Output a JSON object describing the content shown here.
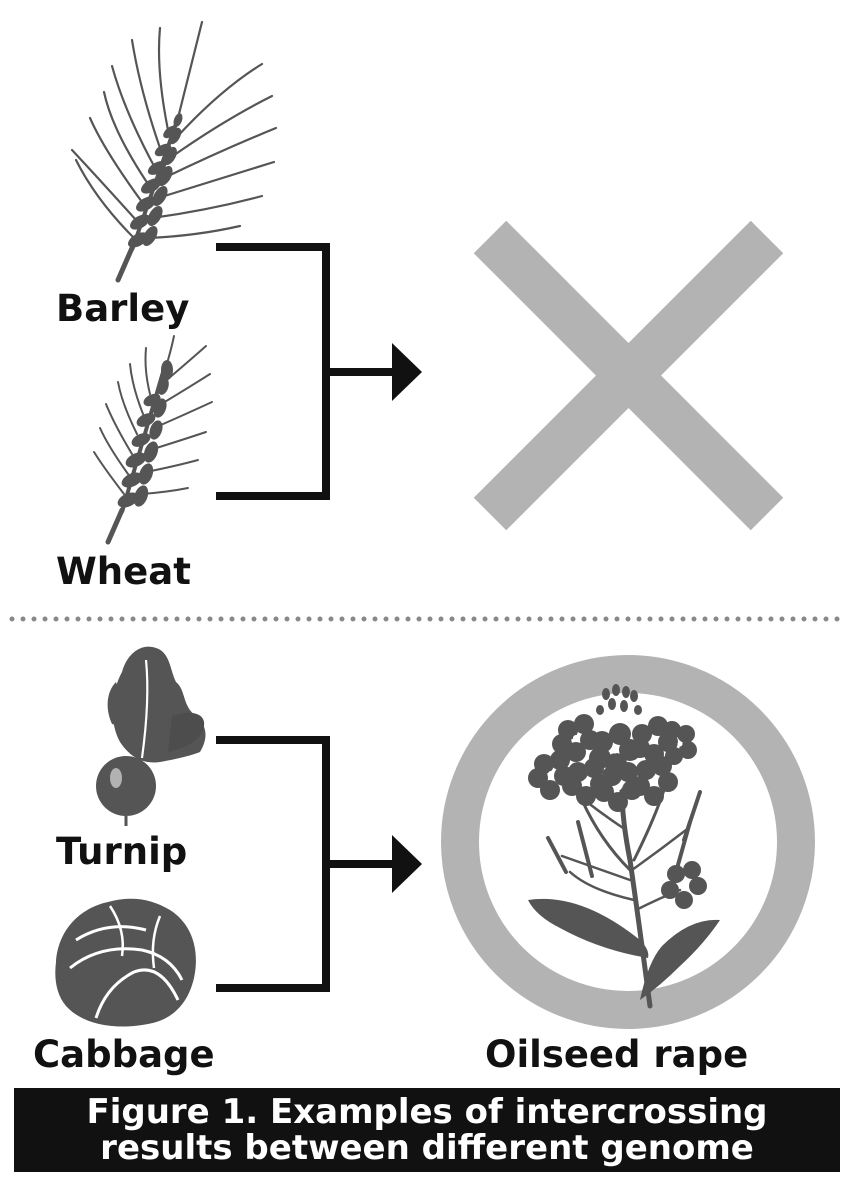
{
  "figure": {
    "caption_line1": "Figure 1. Examples of intercrossing",
    "caption_line2": "results between different genome"
  },
  "top_cross": {
    "parent_a": "Barley",
    "parent_b": "Wheat",
    "result_icon": "x-mark-icon"
  },
  "bottom_cross": {
    "parent_a": "Turnip",
    "parent_b": "Cabbage",
    "result_icon": "circle-mark-icon",
    "result_label": "Oilseed rape"
  },
  "colors": {
    "ink": "#111111",
    "plant": "#555555",
    "mark": "#b3b3b3",
    "divider": "#888888"
  }
}
